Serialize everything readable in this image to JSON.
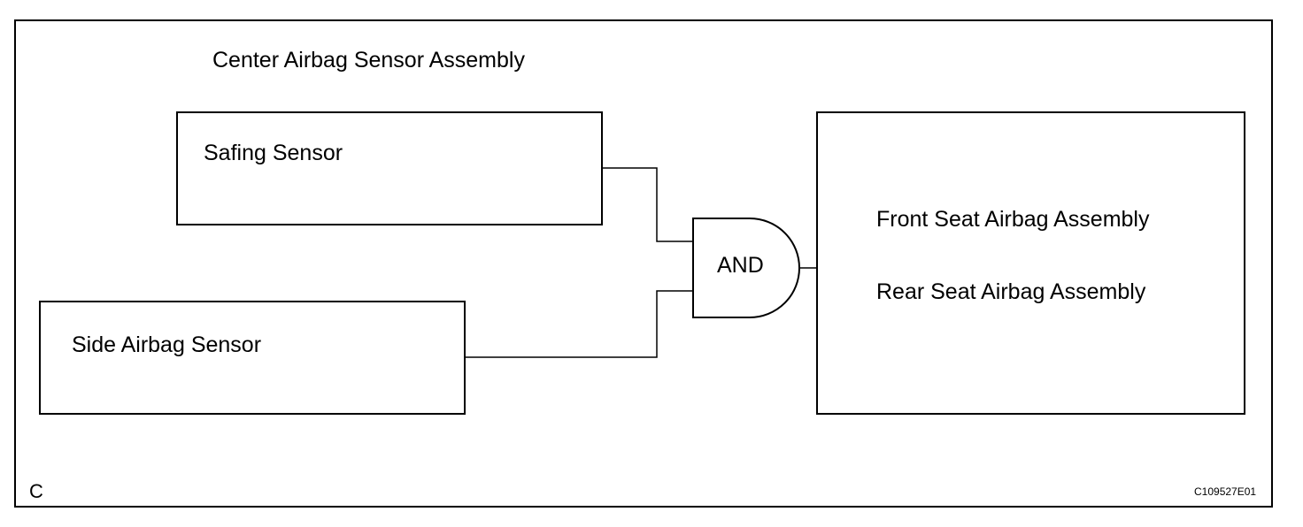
{
  "diagram": {
    "title": "Center Airbag Sensor Assembly",
    "safing_sensor": {
      "label": "Safing Sensor"
    },
    "side_sensor": {
      "label": "Side Airbag Sensor"
    },
    "and_gate": {
      "label": "AND"
    },
    "output": {
      "front_label": "Front Seat Airbag Assembly",
      "rear_label": "Rear Seat Airbag Assembly"
    },
    "corner_letter": "C",
    "figure_code": "C109527E01"
  }
}
